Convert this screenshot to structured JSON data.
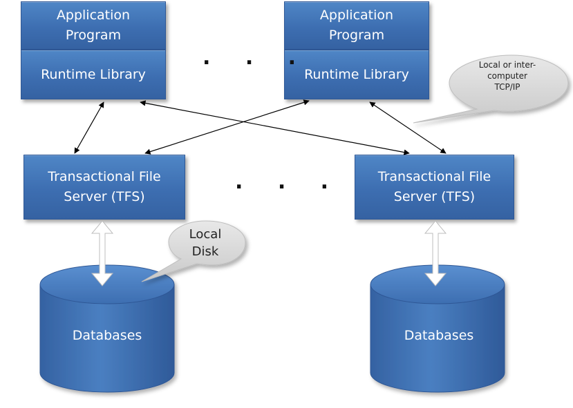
{
  "app_programs": [
    {
      "line1": "Application",
      "line2": "Program",
      "library": "Runtime Library"
    },
    {
      "line1": "Application",
      "line2": "Program",
      "library": "Runtime Library"
    }
  ],
  "servers": [
    {
      "line1": "Transactional File",
      "line2": "Server (TFS)"
    },
    {
      "line1": "Transactional File",
      "line2": "Server (TFS)"
    }
  ],
  "databases": [
    {
      "label": "Databases"
    },
    {
      "label": "Databases"
    }
  ],
  "ellipsis": ". . .",
  "callouts": {
    "network": {
      "line1": "Local or inter-",
      "line2": "computer",
      "line3": "TCP/IP"
    },
    "disk": {
      "line1": "Local",
      "line2": "Disk"
    }
  },
  "colors": {
    "box_fill": "#3d6eb1",
    "box_border": "#2e5795",
    "callout_fill": "#d9d9d9",
    "connector_fill": "#ffffff"
  }
}
